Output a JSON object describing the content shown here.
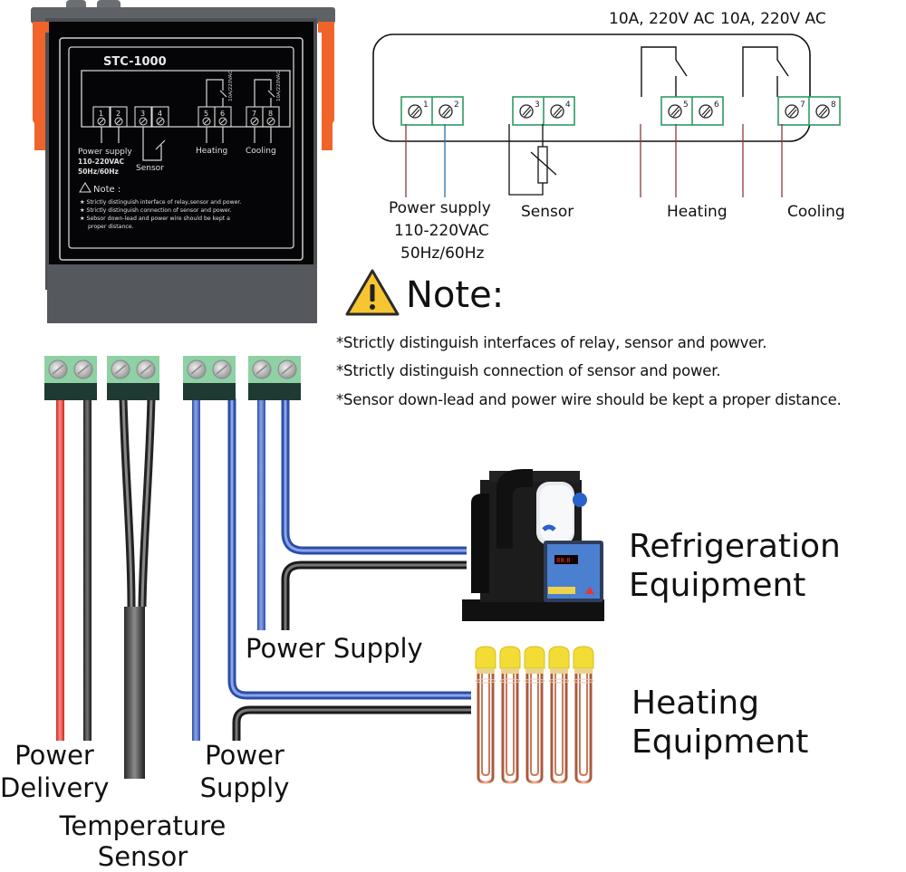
{
  "controller": {
    "model": "STC-1000",
    "terminals": [
      "1",
      "2",
      "3",
      "4",
      "5",
      "6",
      "7",
      "8"
    ],
    "relay_rating_small": "10A/220VAC",
    "labels": {
      "power_supply": "Power supply",
      "voltage": "110-220VAC",
      "frequency": "50Hz/60Hz",
      "sensor": "Sensor",
      "heating": "Heating",
      "cooling": "Cooling"
    },
    "note_title": "Note :",
    "notes": [
      "Strictly distinguish interface of relay,sensor and power.",
      "Strictly distinguish connection of sensor and power.",
      "Sebsor down-lead and power wire should be kept a",
      "proper distance."
    ],
    "colors": {
      "body": "#55585c",
      "face": "#050505",
      "clip": "#f0642c",
      "line": "#d8d8d8"
    }
  },
  "schematic": {
    "relay_ratings": [
      "10A, 220V AC",
      "10A, 220V AC"
    ],
    "terminals": [
      "1",
      "2",
      "3",
      "4",
      "5",
      "6",
      "7",
      "8"
    ],
    "labels": {
      "power_supply": "Power supply",
      "voltage": "110-220VAC",
      "frequency": "50Hz/60Hz",
      "sensor": "Sensor",
      "heating": "Heating",
      "cooling": "Cooling"
    },
    "colors": {
      "terminal_border": "#2f9a63",
      "wire_brown": "#8b3a3a",
      "wire_blue": "#2a6fa8"
    }
  },
  "note": {
    "icon": "warning-icon",
    "title": "Note:",
    "items": [
      "*Strictly distinguish interfaces of relay, sensor and powver.",
      "*Strictly distinguish connection of sensor and power.",
      "*Sensor down-lead and power wire should be kept a proper distance."
    ],
    "colors": {
      "warning_fill": "#f7c531",
      "warning_stroke": "#2b2b2b"
    }
  },
  "wiring": {
    "blocks": [
      "power-delivery",
      "temperature-sensor",
      "heating-power",
      "refrigeration-power"
    ],
    "labels": {
      "power_delivery": [
        "Power",
        "Delivery"
      ],
      "temperature_sensor": [
        "Temperature",
        "Sensor"
      ],
      "power_supply_heating": [
        "Power",
        "Supply"
      ],
      "power_supply_refrigeration": "Power Supply"
    },
    "colors": {
      "red": "#e8453c",
      "black": "#3a3a3a",
      "blue": "#4a6fc4",
      "terminal_green": "#8fd0a4",
      "terminal_dark": "#1e3a32"
    }
  },
  "equipment": {
    "refrigeration": [
      "Refrigeration",
      "Equipment"
    ],
    "heating": [
      "Heating",
      "Equipment"
    ],
    "heater_count": 5
  }
}
